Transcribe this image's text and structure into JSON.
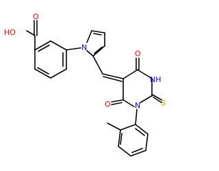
{
  "molecule": {
    "atoms": {
      "hydroxyl": "HO",
      "carbonyl_oxygen_acid": "O",
      "pyrrole_nitrogen": "N",
      "carbonyl_oxygen_top": "O",
      "nh": "NH",
      "thione_sulfur": "S",
      "ring_nitrogen": "N",
      "carbonyl_oxygen_bottom": "O"
    },
    "colors": {
      "bond": "#000000",
      "oxygen": "#ff0000",
      "nitrogen": "#0000ff",
      "sulfur": "#c8a000"
    }
  }
}
